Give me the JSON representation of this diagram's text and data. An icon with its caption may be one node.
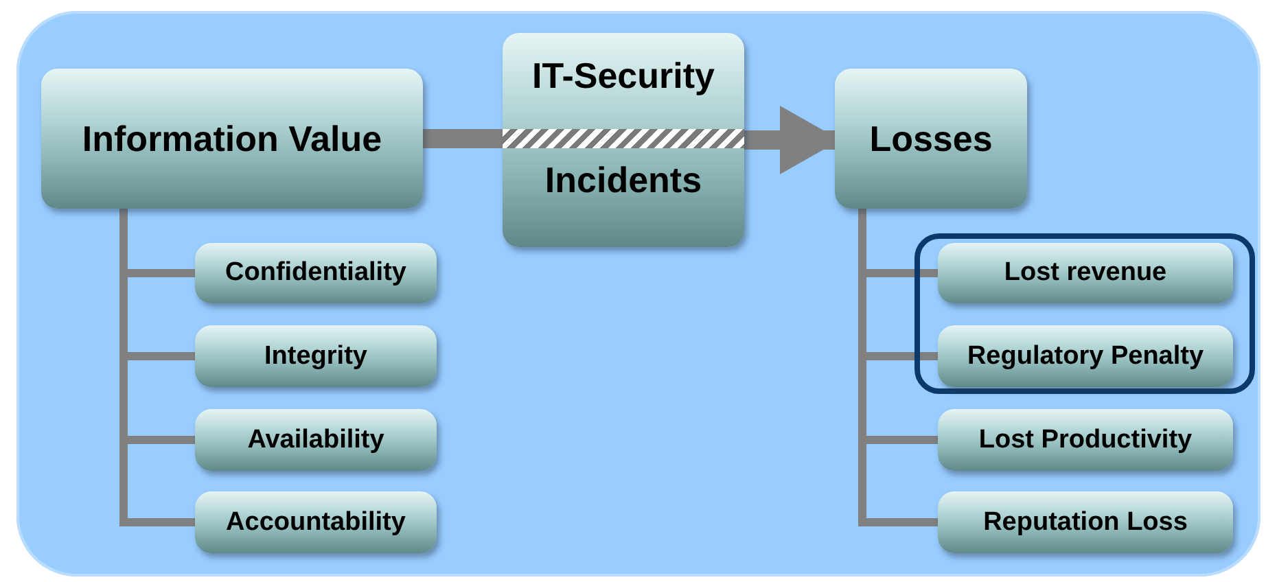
{
  "diagram": {
    "nodes": [
      {
        "text": [
          "Information Value"
        ]
      },
      {
        "text": [
          "Confidentiality"
        ]
      },
      {
        "text": [
          "Integrity"
        ]
      },
      {
        "text": [
          "Availability"
        ]
      },
      {
        "text": [
          "Accountability"
        ]
      },
      {
        "text": [
          "IT-Security",
          "Incidents"
        ]
      },
      {
        "text": [
          "Losses"
        ]
      },
      {
        "text": [],
        "shape": "box"
      },
      {
        "text": [
          "Lost revenue"
        ],
        "in": 7
      },
      {
        "text": [
          "Regulatory Penalty"
        ],
        "in": 7
      },
      {
        "text": [
          "Lost Productivity"
        ]
      },
      {
        "text": [
          "Reputation Loss"
        ]
      }
    ],
    "edges": [
      {
        "from": 0,
        "to": 5,
        "arrow": "none",
        "style": "thick"
      },
      {
        "from": 5,
        "to": 6,
        "arrow": "to",
        "style": "thick"
      },
      {
        "from": 0,
        "to": 1,
        "arrow": "none"
      },
      {
        "from": 0,
        "to": 2,
        "arrow": "none"
      },
      {
        "from": 0,
        "to": 3,
        "arrow": "none"
      },
      {
        "from": 0,
        "to": 4,
        "arrow": "none"
      },
      {
        "from": 6,
        "to": 8,
        "arrow": "none"
      },
      {
        "from": 6,
        "to": 9,
        "arrow": "none"
      },
      {
        "from": 6,
        "to": 10,
        "arrow": "none"
      },
      {
        "from": 6,
        "to": 11,
        "arrow": "none"
      }
    ]
  }
}
